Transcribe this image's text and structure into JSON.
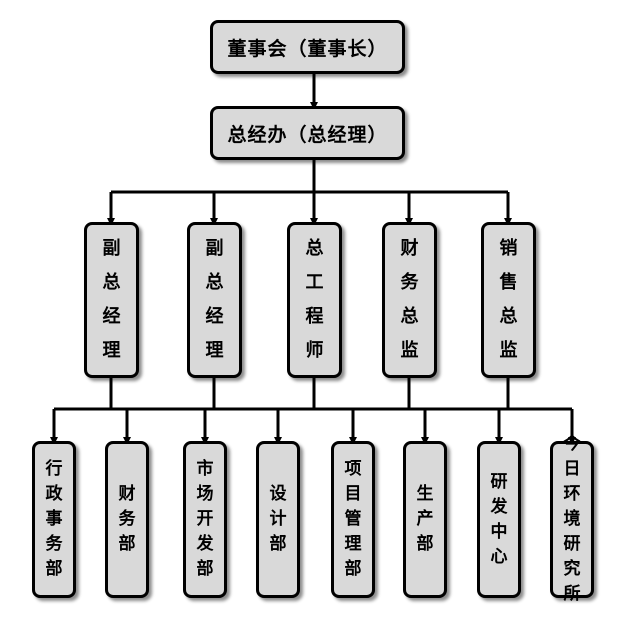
{
  "board": "董事会（董事长）",
  "ceo_office": "总经办（总经理）",
  "executives": [
    "副总经理",
    "副总经理",
    "总工程师",
    "财务总监",
    "销售总监"
  ],
  "departments": [
    "行政事务部",
    "财务部",
    "市场开发部",
    "设计部",
    "项目管理部",
    "生产部",
    "研发中心",
    "今日环境研究所"
  ],
  "colors": {
    "box_fill": "#d9d9d9",
    "line": "#000000"
  }
}
